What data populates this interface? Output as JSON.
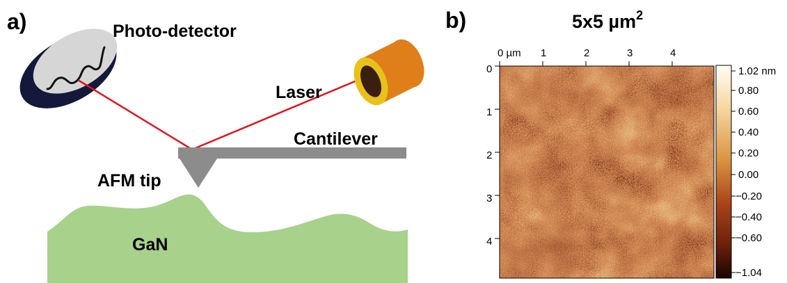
{
  "panel_a": {
    "label": "a)",
    "photodetector_label": "Photo-detector",
    "laser_label": "Laser",
    "cantilever_label": "Cantilever",
    "tip_label": "AFM tip",
    "sample_label": "GaN",
    "colors": {
      "laser_beam": "#e0141e",
      "laser_body": "#e07e19",
      "laser_ring": "#e8c21b",
      "detector_top": "#d6d6d6",
      "detector_side": "#14183a",
      "cantilever": "#8c8c8c",
      "sample": "#a8d18c"
    }
  },
  "panel_b": {
    "label": "b)",
    "title_prefix": "5x5 µm",
    "title_sup": "2",
    "x_ticks": [
      "0 µm",
      "1",
      "2",
      "3",
      "4"
    ],
    "y_ticks": [
      "0",
      "1",
      "2",
      "3",
      "4"
    ],
    "colorbar_ticks": [
      "1.02 nm",
      "0.80",
      "0.60",
      "0.40",
      "0.20",
      "0.00",
      "−0.20",
      "−0.40",
      "−0.60",
      "−1.04"
    ],
    "colorbar_colors": [
      "#fffef6",
      "#f6d7a0",
      "#d8923f",
      "#a8441a",
      "#6a1f0a",
      "#1a0400"
    ]
  }
}
